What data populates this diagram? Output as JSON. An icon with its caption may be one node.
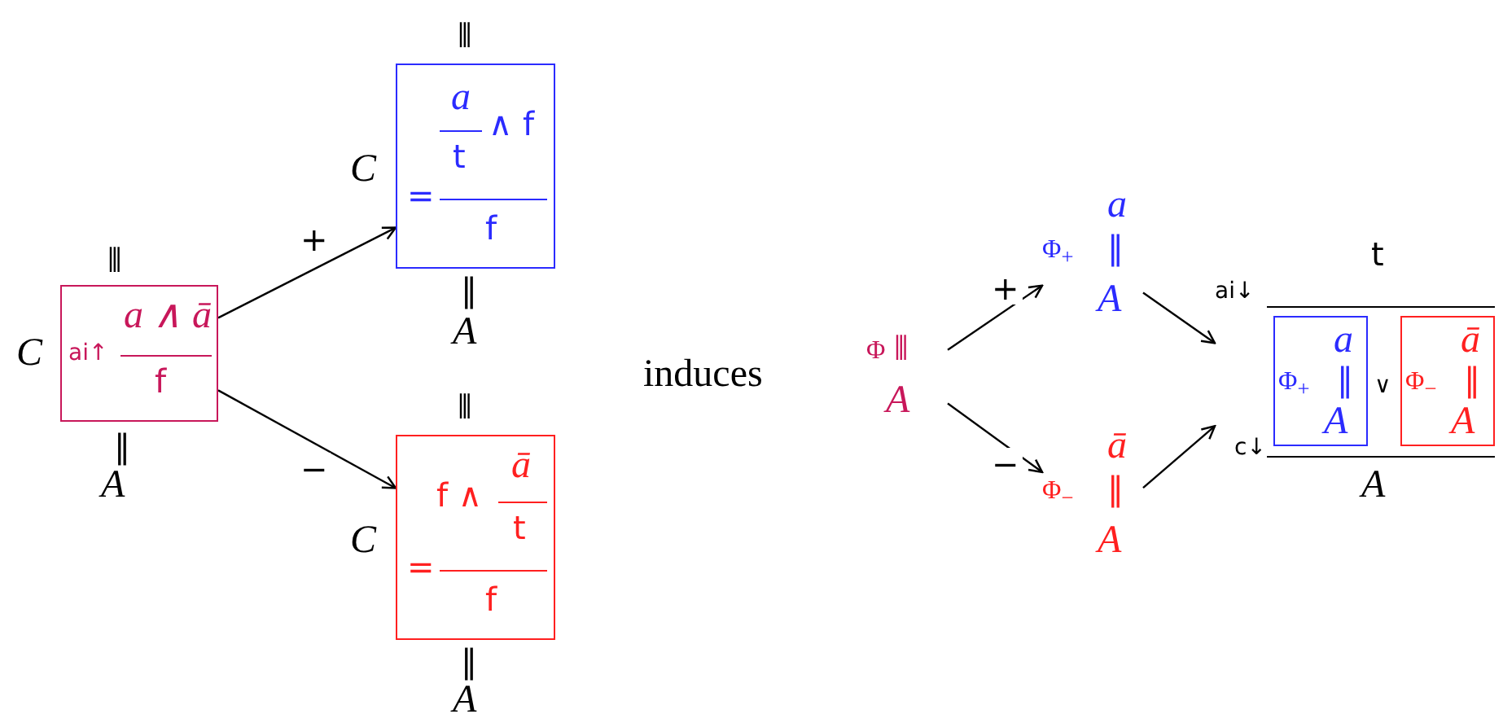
{
  "diagram": {
    "nodes": [
      {
        "text": [
          "a ∧ ā",
          "ai↑",
          "f"
        ],
        "beside": [
          "C",
          "⦀",
          "‖",
          "A"
        ]
      },
      {
        "text": [
          "a",
          "t",
          "∧ f",
          "=",
          "f"
        ],
        "beside": [
          "C",
          "⦀",
          "‖",
          "A"
        ]
      },
      {
        "text": [
          "f ∧",
          "ā",
          "t",
          "=",
          "f"
        ],
        "beside": [
          "C",
          "⦀",
          "‖",
          "A"
        ]
      },
      {
        "text": [
          "Φ",
          "⦀",
          "A"
        ]
      },
      {
        "text": [
          "a",
          "Φ$_{+}$",
          "‖",
          "A"
        ]
      },
      {
        "text": [
          "ā",
          "Φ$_{−}$",
          "‖",
          "A"
        ]
      },
      {
        "text": [
          "t",
          "ai↓",
          "∨",
          "c↓",
          "A"
        ]
      },
      {
        "text": [
          "a",
          "Φ$_{+}$",
          "‖",
          "A"
        ],
        "in": 6
      },
      {
        "text": [
          "ā",
          "Φ$_{−}$",
          "‖",
          "A"
        ],
        "in": 6
      }
    ],
    "edges": [
      {
        "from": 0,
        "to": 1,
        "arrow": "to",
        "label": "+"
      },
      {
        "from": 0,
        "to": 2,
        "arrow": "to",
        "label": "−"
      },
      {
        "from": 3,
        "to": 4,
        "arrow": "to",
        "label": "+"
      },
      {
        "from": 3,
        "to": 5,
        "arrow": "to",
        "label": "−"
      },
      {
        "from": 4,
        "to": 6,
        "arrow": "to"
      },
      {
        "from": 5,
        "to": 6,
        "arrow": "to"
      }
    ],
    "labels": [
      "induces"
    ]
  }
}
